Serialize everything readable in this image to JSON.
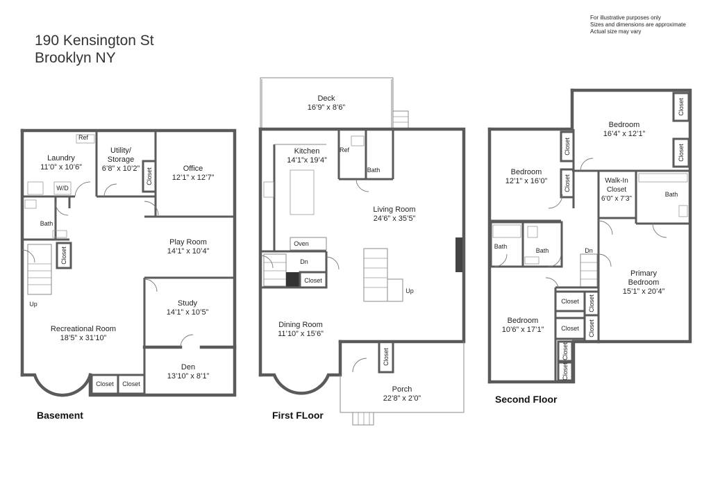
{
  "header": {
    "address_line1": "190 Kensington St",
    "address_line2": "Brooklyn NY"
  },
  "disclaimer": [
    "For illustrative purposes only",
    "Sizes and dimensions are approximate",
    "Actual size may vary"
  ],
  "floors": {
    "basement": {
      "label": "Basement",
      "rooms": {
        "laundry": {
          "name": "Laundry",
          "dims": "11’0” x 10’6”"
        },
        "utility": {
          "name1": "Utility/",
          "name2": "Storage",
          "dims": "6’8” x 10’2”"
        },
        "office": {
          "name": "Office",
          "dims": "12’1” x 12’7”"
        },
        "play_room": {
          "name": "Play Room",
          "dims": "14’1” x 10’4”"
        },
        "study": {
          "name": "Study",
          "dims": "14’1” x 10’5”"
        },
        "recreational": {
          "name": "Recreational Room",
          "dims": "18’5” x 31’10”"
        },
        "den": {
          "name": "Den",
          "dims": "13’10” x 8’1”"
        }
      },
      "labels": {
        "bath": "Bath",
        "ref": "Ref",
        "wd": "W/D",
        "up": "Up",
        "closet_utility": "Closet",
        "closet_stair": "Closet",
        "closet_bottom_1": "Closet",
        "closet_bottom_2": "Closet"
      }
    },
    "first": {
      "label": "First FLoor",
      "rooms": {
        "deck": {
          "name": "Deck",
          "dims": "16’9” x 8’6”"
        },
        "kitchen": {
          "name": "Kitchen",
          "dims": "14’1”x 19’4”"
        },
        "living": {
          "name": "Living Room",
          "dims": "24’6” x 35’5”"
        },
        "dining": {
          "name": "Dining Room",
          "dims": "11’10” x 15’6”"
        },
        "porch": {
          "name": "Porch",
          "dims": "22’8” x 2’0”"
        }
      },
      "labels": {
        "bath": "Bath",
        "ref": "Ref",
        "oven": "Oven",
        "dn": "Dn",
        "up": "Up",
        "closet_stair": "Closet",
        "closet_entry": "Closet"
      }
    },
    "second": {
      "label": "Second Floor",
      "rooms": {
        "bedroom_top": {
          "name": "Bedroom",
          "dims": "16’4” x 12’1”"
        },
        "bedroom_left": {
          "name": "Bedroom",
          "dims": "12’1” x 16’0”"
        },
        "walkin": {
          "name1": "Walk-In",
          "name2": "Closet",
          "dims": "6’0” x 7’3”"
        },
        "primary": {
          "name1": "Primary",
          "name2": "Bedroom",
          "dims": "15’1” x 20’4”"
        },
        "bedroom_bottom": {
          "name": "Bedroom",
          "dims": "10’6” x 17’1”"
        }
      },
      "labels": {
        "bath_primary": "Bath",
        "bath_small": "Bath",
        "bath_hall": "Bath",
        "dn": "Dn",
        "closet_top_1": "Closet",
        "closet_top_2": "Closet",
        "closet_left_1": "Closet",
        "closet_left_2": "Closet",
        "closet_mid_1": "Closet",
        "closet_mid_2": "Closet",
        "closet_mid_3": "Closet",
        "closet_mid_4": "Closet",
        "closet_low_1": "Closet",
        "closet_low_2": "Closet"
      }
    }
  }
}
